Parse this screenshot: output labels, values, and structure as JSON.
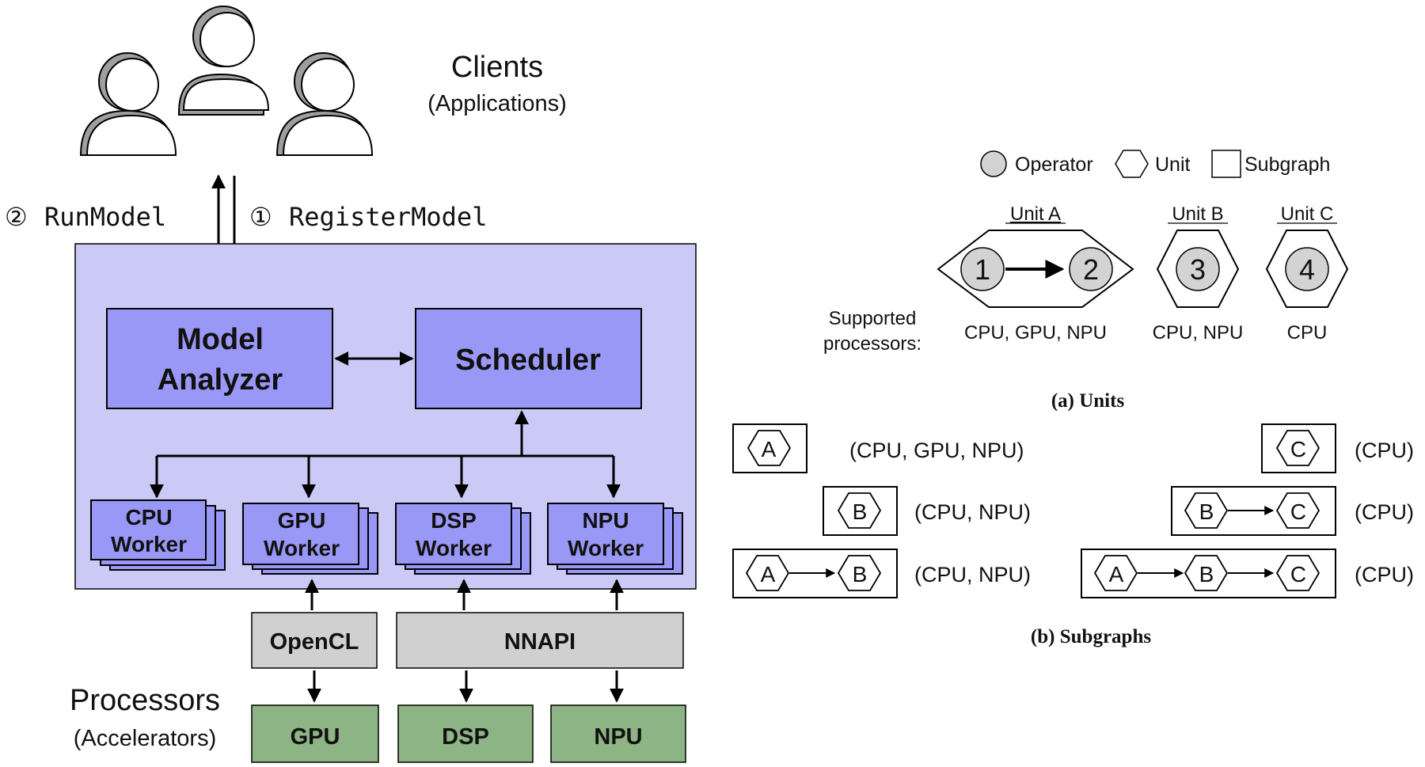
{
  "colors": {
    "system_bg": "#cbcaf7",
    "block_fill": "#9a98f6",
    "interface_fill": "#d0d0d0",
    "processor_fill": "#8db485",
    "operator_fill": "#d3d3d3",
    "stroke": "#000000"
  },
  "clients": {
    "title": "Clients",
    "subtitle": "(Applications)",
    "icon": "users-icon"
  },
  "api_calls": {
    "run_model": {
      "index": "②",
      "label": "RunModel"
    },
    "register_model": {
      "index": "①",
      "label": "RegisterModel"
    }
  },
  "system": {
    "model_analyzer": {
      "line1": "Model",
      "line2": "Analyzer"
    },
    "scheduler": "Scheduler",
    "workers": [
      {
        "line1": "CPU",
        "line2": "Worker"
      },
      {
        "line1": "GPU",
        "line2": "Worker"
      },
      {
        "line1": "DSP",
        "line2": "Worker"
      },
      {
        "line1": "NPU",
        "line2": "Worker"
      }
    ]
  },
  "interfaces": {
    "opencl": "OpenCL",
    "nnapi": "NNAPI"
  },
  "processors": {
    "title": "Processors",
    "subtitle": "(Accelerators)",
    "items": [
      "GPU",
      "DSP",
      "NPU"
    ]
  },
  "legend": {
    "operator": "Operator",
    "unit": "Unit",
    "subgraph": "Subgraph"
  },
  "units": {
    "supported_label_line1": "Supported",
    "supported_label_line2": "processors:",
    "items": [
      {
        "name": "Unit A",
        "operators": [
          "1",
          "2"
        ],
        "processors": "CPU, GPU, NPU"
      },
      {
        "name": "Unit B",
        "operators": [
          "3"
        ],
        "processors": "CPU, NPU"
      },
      {
        "name": "Unit C",
        "operators": [
          "4"
        ],
        "processors": "CPU"
      }
    ],
    "caption": "(a) Units"
  },
  "subgraphs": {
    "left": [
      {
        "units": [
          "A"
        ],
        "processors": "(CPU, GPU, NPU)"
      },
      {
        "units": [
          "B"
        ],
        "processors": "(CPU, NPU)"
      },
      {
        "units": [
          "A",
          "B"
        ],
        "processors": "(CPU, NPU)"
      }
    ],
    "right": [
      {
        "units": [
          "C"
        ],
        "processors": "(CPU)"
      },
      {
        "units": [
          "B",
          "C"
        ],
        "processors": "(CPU)"
      },
      {
        "units": [
          "A",
          "B",
          "C"
        ],
        "processors": "(CPU)"
      }
    ],
    "caption": "(b) Subgraphs"
  }
}
